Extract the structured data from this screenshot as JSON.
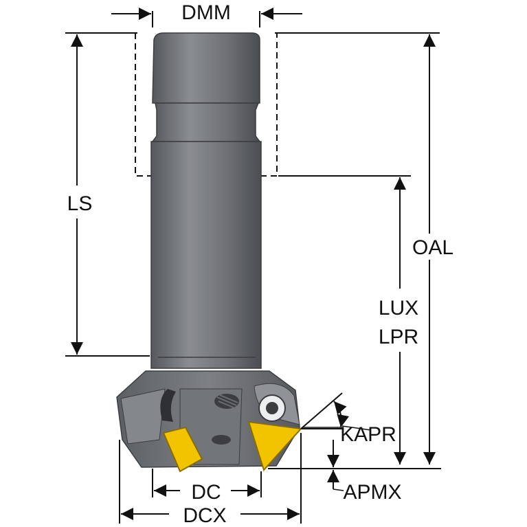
{
  "labels": {
    "dmm": "DMM",
    "ls": "LS",
    "oal": "OAL",
    "lux": "LUX",
    "lpr": "LPR",
    "kapr": "KAPR",
    "apmx": "APMX",
    "dc": "DC",
    "dcx": "DCX"
  },
  "colors": {
    "body": "#6f7276",
    "body_dark": "#4f5256",
    "body_light": "#9a9da1",
    "insert": "#f2c400",
    "insert_dark": "#b38f00",
    "line": "#111111"
  }
}
